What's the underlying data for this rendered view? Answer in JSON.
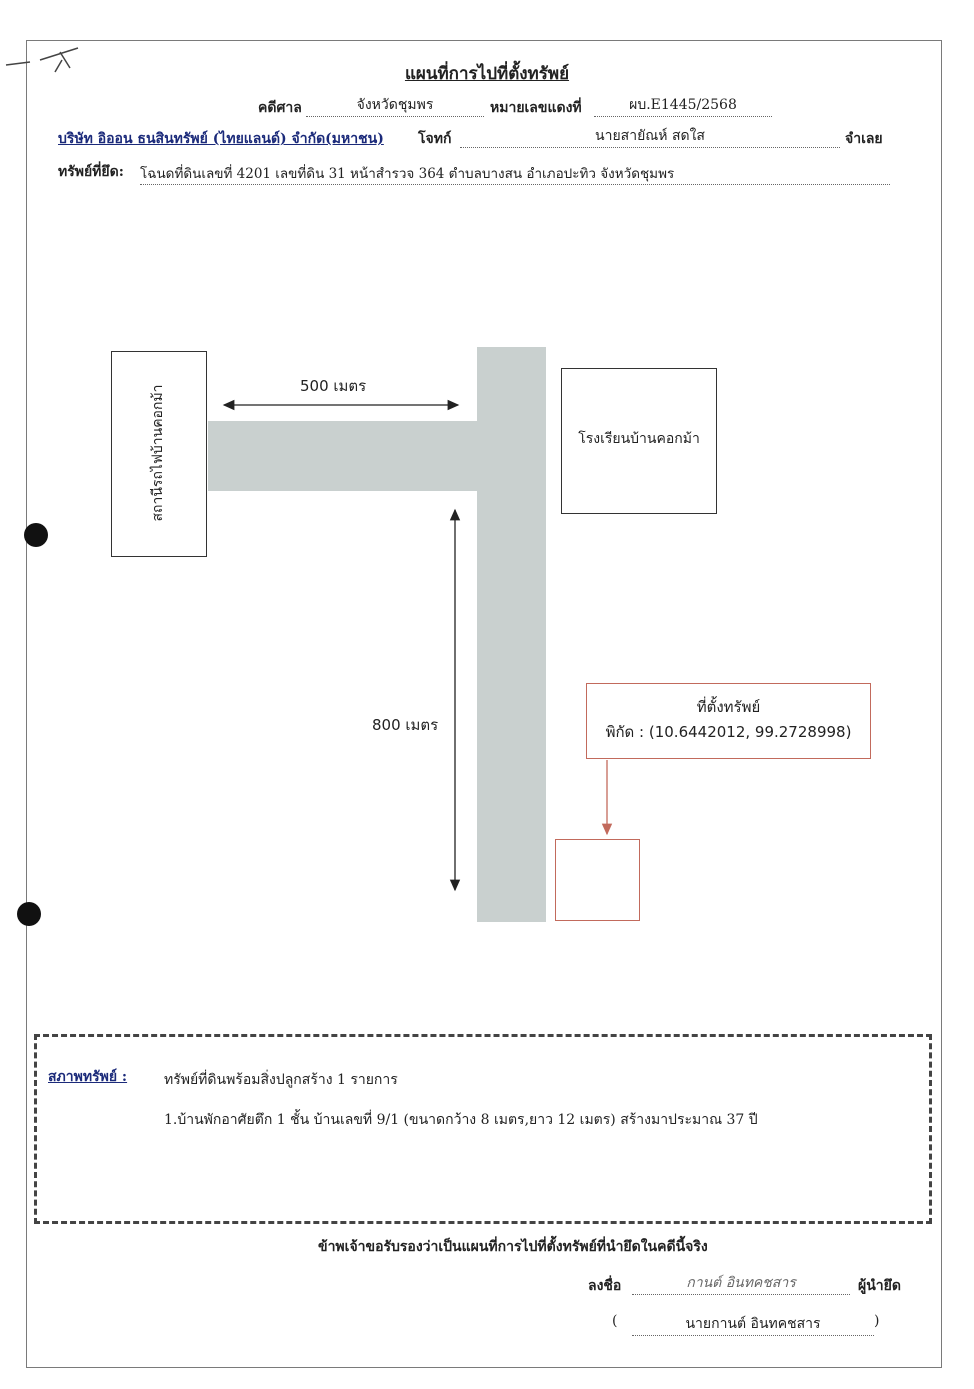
{
  "header": {
    "title": "แผนที่การไปที่ตั้งทรัพย์",
    "court_label": "คดีศาล",
    "court_value": "จังหวัดชุมพร",
    "case_no_label": "หมายเลขแดงที่",
    "case_no_value": "ผบ.E1445/2568",
    "plaintiff_value": "บริษัท อิออน ธนสินทรัพย์ (ไทยแลนด์) จำกัด(มหาชน)",
    "plaintiff_label": "โจทก์",
    "defendant_value": "นายสายัณห์ สดใส",
    "defendant_label": "จำเลย",
    "property_label": "ทรัพย์ที่ยึด:",
    "property_value": "โฉนดที่ดินเลขที่ 4201 เลขที่ดิน 31 หน้าสำรวจ 364 ตำบลบางสน อำเภอปะทิว จังหวัดชุมพร"
  },
  "map": {
    "station_label": "สถานีรถไฟบ้านคอกม้า",
    "school_label": "โรงเรียนบ้านคอกม้า",
    "distance_1": "500 เมตร",
    "distance_2": "800 เมตร",
    "location_title": "ที่ตั้งทรัพย์",
    "coordinates": "พิกัด : (10.6442012, 99.2728998)"
  },
  "condition": {
    "label": "สภาพทรัพย์ :",
    "summary": "ทรัพย์ที่ดินพร้อมสิ่งปลูกสร้าง 1 รายการ",
    "item_1": "1.บ้านพักอาศัยตึก  1 ชั้น  บ้านเลขที่ 9/1 (ขนาดกว้าง 8 เมตร,ยาว 12 เมตร) สร้างมาประมาณ 37 ปี"
  },
  "footer": {
    "certify": "ข้าพเจ้าขอรับรองว่าเป็นแผนที่การไปที่ตั้งทรัพย์ที่นำยึดในคดีนี้จริง",
    "sign_label": "ลงชื่อ",
    "signature": "กานต์ อินทคชสาร",
    "role": "ผู้นำยึด",
    "name": "นายกานต์ อินทคชสาร",
    "paren_open": "(",
    "paren_close": ")"
  },
  "colors": {
    "road": "#c9d0cf",
    "arrow_red": "#c26a5c",
    "text_blue": "#1b2a7a"
  }
}
